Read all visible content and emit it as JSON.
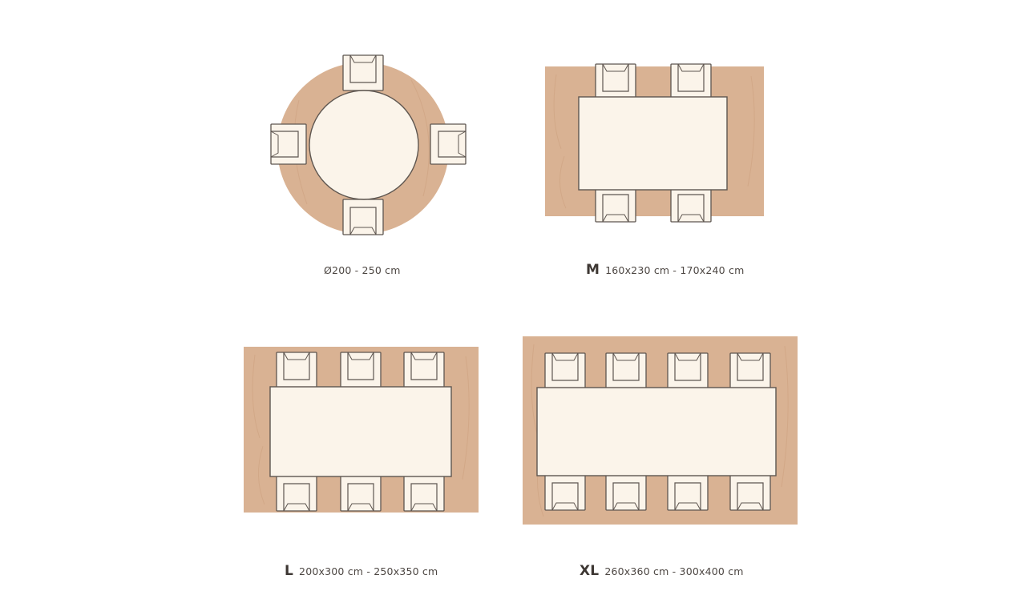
{
  "colors": {
    "rug": "#d9b293",
    "rug_texture": "#c99c7a",
    "furniture_fill": "#fbf4ea",
    "furniture_stroke": "#5e5650",
    "caption_text": "#4d4743"
  },
  "layouts": [
    {
      "id": "round",
      "rug_shape": "round",
      "table_shape": "round",
      "chairs_per_long_side": 0,
      "chairs_total": 4,
      "size_label": "",
      "dimensions": "Ø200 - 250 cm"
    },
    {
      "id": "m",
      "rug_shape": "rectangle",
      "table_shape": "rectangle",
      "chairs_per_long_side": 2,
      "chairs_total": 4,
      "size_label": "M",
      "dimensions": "160x230 cm - 170x240 cm"
    },
    {
      "id": "l",
      "rug_shape": "rectangle",
      "table_shape": "rectangle",
      "chairs_per_long_side": 3,
      "chairs_total": 6,
      "size_label": "L",
      "dimensions": "200x300 cm - 250x350 cm"
    },
    {
      "id": "xl",
      "rug_shape": "rectangle",
      "table_shape": "rectangle",
      "chairs_per_long_side": 4,
      "chairs_total": 8,
      "size_label": "XL",
      "dimensions": "260x360 cm - 300x400 cm"
    }
  ]
}
